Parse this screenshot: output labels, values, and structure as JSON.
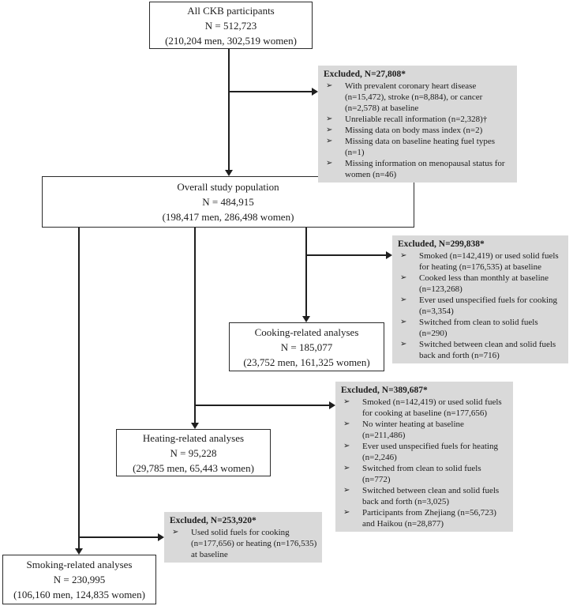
{
  "bullet_glyph": "➢",
  "accent_colors": {
    "box_border": "#2b2b2b",
    "exclusion_bg": "#d9d9d9",
    "line": "#1f1f1f"
  },
  "boxes": {
    "all_participants": {
      "title": "All CKB participants",
      "n": "N = 512,723",
      "detail": "(210,204 men, 302,519 women)"
    },
    "overall": {
      "title": "Overall study population",
      "n": "N = 484,915",
      "detail": "(198,417 men, 286,498 women)"
    },
    "cooking": {
      "title": "Cooking-related analyses",
      "n": "N = 185,077",
      "detail": "(23,752 men, 161,325 women)"
    },
    "heating": {
      "title": "Heating-related analyses",
      "n": "N = 95,228",
      "detail": "(29,785 men, 65,443 women)"
    },
    "smoking": {
      "title": "Smoking-related analyses",
      "n": "N = 230,995",
      "detail": "(106,160 men, 124,835 women)"
    }
  },
  "exclusions": {
    "baseline": {
      "heading": "Excluded, N=27,808*",
      "items": [
        "With prevalent coronary heart disease (n=15,472), stroke (n=8,884), or cancer (n=2,578) at baseline",
        "Unreliable recall information (n=2,328)†",
        "Missing data on body mass index (n=2)",
        "Missing data on baseline heating fuel types (n=1)",
        "Missing information on menopausal status for women (n=46)"
      ]
    },
    "cooking": {
      "heading": "Excluded, N=299,838*",
      "items": [
        "Smoked (n=142,419) or used solid fuels for heating (n=176,535) at baseline",
        "Cooked less than monthly at baseline (n=123,268)",
        "Ever used unspecified fuels for cooking (n=3,354)",
        "Switched from clean to solid fuels (n=290)",
        "Switched between clean and solid fuels back and forth (n=716)"
      ]
    },
    "heating": {
      "heading": "Excluded, N=389,687*",
      "items": [
        "Smoked (n=142,419) or used solid fuels for cooking at baseline (n=177,656)",
        "No winter heating at baseline (n=211,486)",
        "Ever used unspecified fuels for heating (n=2,246)",
        "Switched from clean to solid fuels (n=772)",
        "Switched between clean and solid fuels back and forth (n=3,025)",
        "Participants from Zhejiang (n=56,723) and Haikou (n=28,877)"
      ]
    },
    "smoking": {
      "heading": "Excluded, N=253,920*",
      "items": [
        "Used solid fuels for cooking (n=177,656) or heating (n=176,535) at baseline"
      ]
    }
  }
}
